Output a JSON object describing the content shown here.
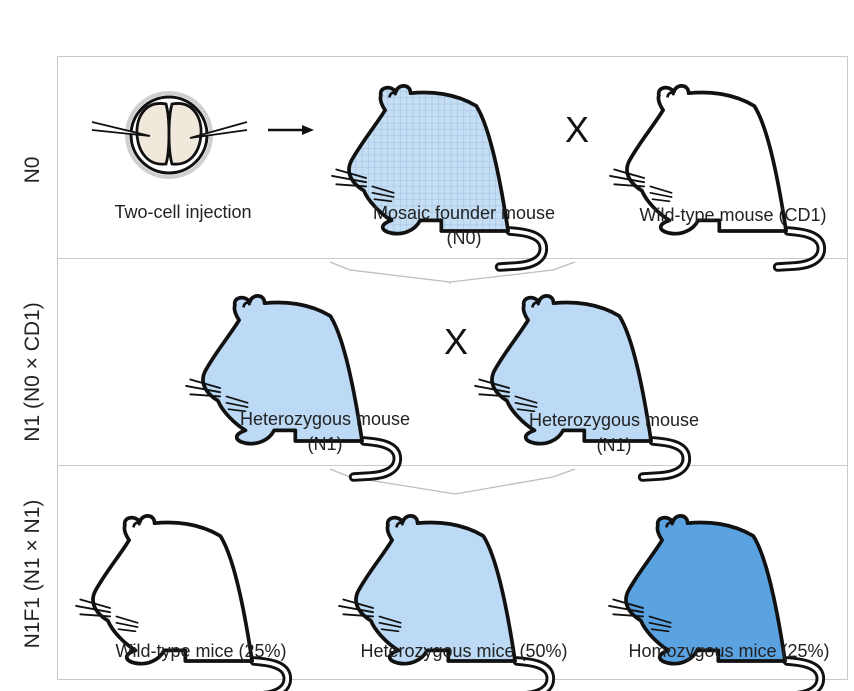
{
  "rows": {
    "n0": {
      "label": "N0"
    },
    "n1": {
      "label": "N1 (N0 × CD1)"
    },
    "n1f1": {
      "label": "N1F1 (N1 × N1)"
    }
  },
  "captions": {
    "two_cell": "Two-cell injection",
    "founder_line1": "Mosaic founder mouse",
    "founder_line2": "(N0)",
    "wildtype_cd1": "Wild-type mouse (CD1)",
    "het_left_line1": "Heterozygous mouse",
    "het_left_line2": "(N1)",
    "het_right_line1": "Heterozygous mouse",
    "het_right_line2": "(N1)",
    "wt_mice": "Wild-type mice (25%)",
    "het_mice": "Heterozygous mice (50%)",
    "hom_mice": "Homozygous mice (25%)"
  },
  "cross_symbol": "X",
  "colors": {
    "wild_type": "#ffffff",
    "heterozygous": "#bcd9f5",
    "homozygous": "#5ba3e0",
    "mosaic": "#c6def3",
    "mosaic_grid": "#8fb8e0",
    "outline": "#111111",
    "box_border": "#c9c9c9",
    "embryo_fill": "#f1e8dc"
  }
}
